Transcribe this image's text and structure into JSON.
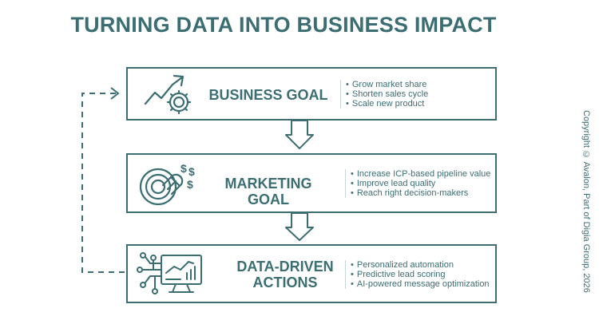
{
  "title": "TURNING DATA INTO BUSINESS IMPACT",
  "steps": [
    {
      "title": "BUSINESS GOAL",
      "icon": "growth-gear-icon",
      "bullets": [
        "Grow market share",
        "Shorten sales cycle",
        "Scale new product"
      ]
    },
    {
      "title": "MARKETING GOAL",
      "icon": "target-magnet-icon",
      "bullets": [
        "Increase ICP-based pipeline value",
        "Improve lead quality",
        "Reach right decision-makers"
      ]
    },
    {
      "title_line1": "DATA-DRIVEN",
      "title_line2": "ACTIONS",
      "icon": "analytics-monitor-icon",
      "bullets": [
        "Personalized automation",
        "Predictive lead scoring",
        "AI-powered message optimization"
      ]
    }
  ],
  "copyright": "Copyright © Avalon, Part of Digia Group, 2026",
  "colors": {
    "primary": "#3b6e73",
    "border": "#3d6e72",
    "background": "#ffffff"
  }
}
